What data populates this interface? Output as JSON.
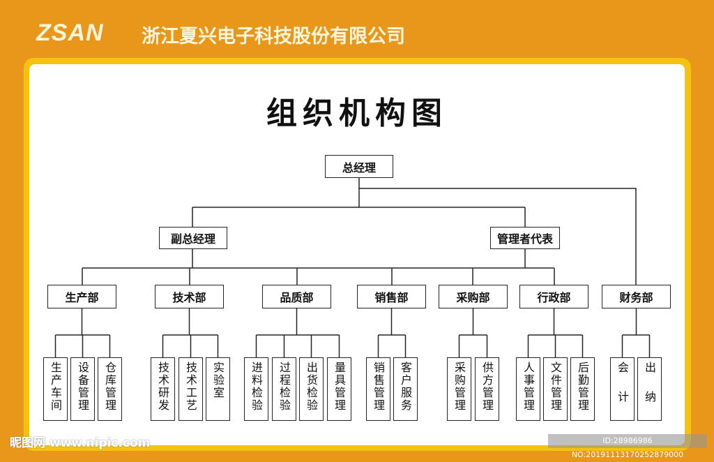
{
  "header": {
    "logo": "ZSAN",
    "company": "浙江夏兴电子科技股份有限公司"
  },
  "title": "组织机构图",
  "top": "总经理",
  "deputy": "副总经理",
  "rep": "管理者代表",
  "departments": [
    {
      "name": "生产部",
      "children": [
        "生产车间",
        "设备管理",
        "仓库管理"
      ]
    },
    {
      "name": "技术部",
      "children": [
        "技术研发",
        "技术工艺",
        "实验室"
      ]
    },
    {
      "name": "品质部",
      "children": [
        "进料检验",
        "过程检验",
        "出货检验",
        "量具管理"
      ]
    },
    {
      "name": "销售部",
      "children": [
        "销售管理",
        "客户服务"
      ]
    },
    {
      "name": "采购部",
      "children": [
        "采购管理",
        "供方管理"
      ]
    },
    {
      "name": "行政部",
      "children": [
        "人事管理",
        "文件管理",
        "后勤管理"
      ]
    },
    {
      "name": "财务部",
      "children": [
        "会计",
        "出纳"
      ]
    }
  ],
  "watermark": {
    "site": "昵图网 www.nipic.com",
    "id": "ID:28986986 NO:20191113170252879000"
  }
}
